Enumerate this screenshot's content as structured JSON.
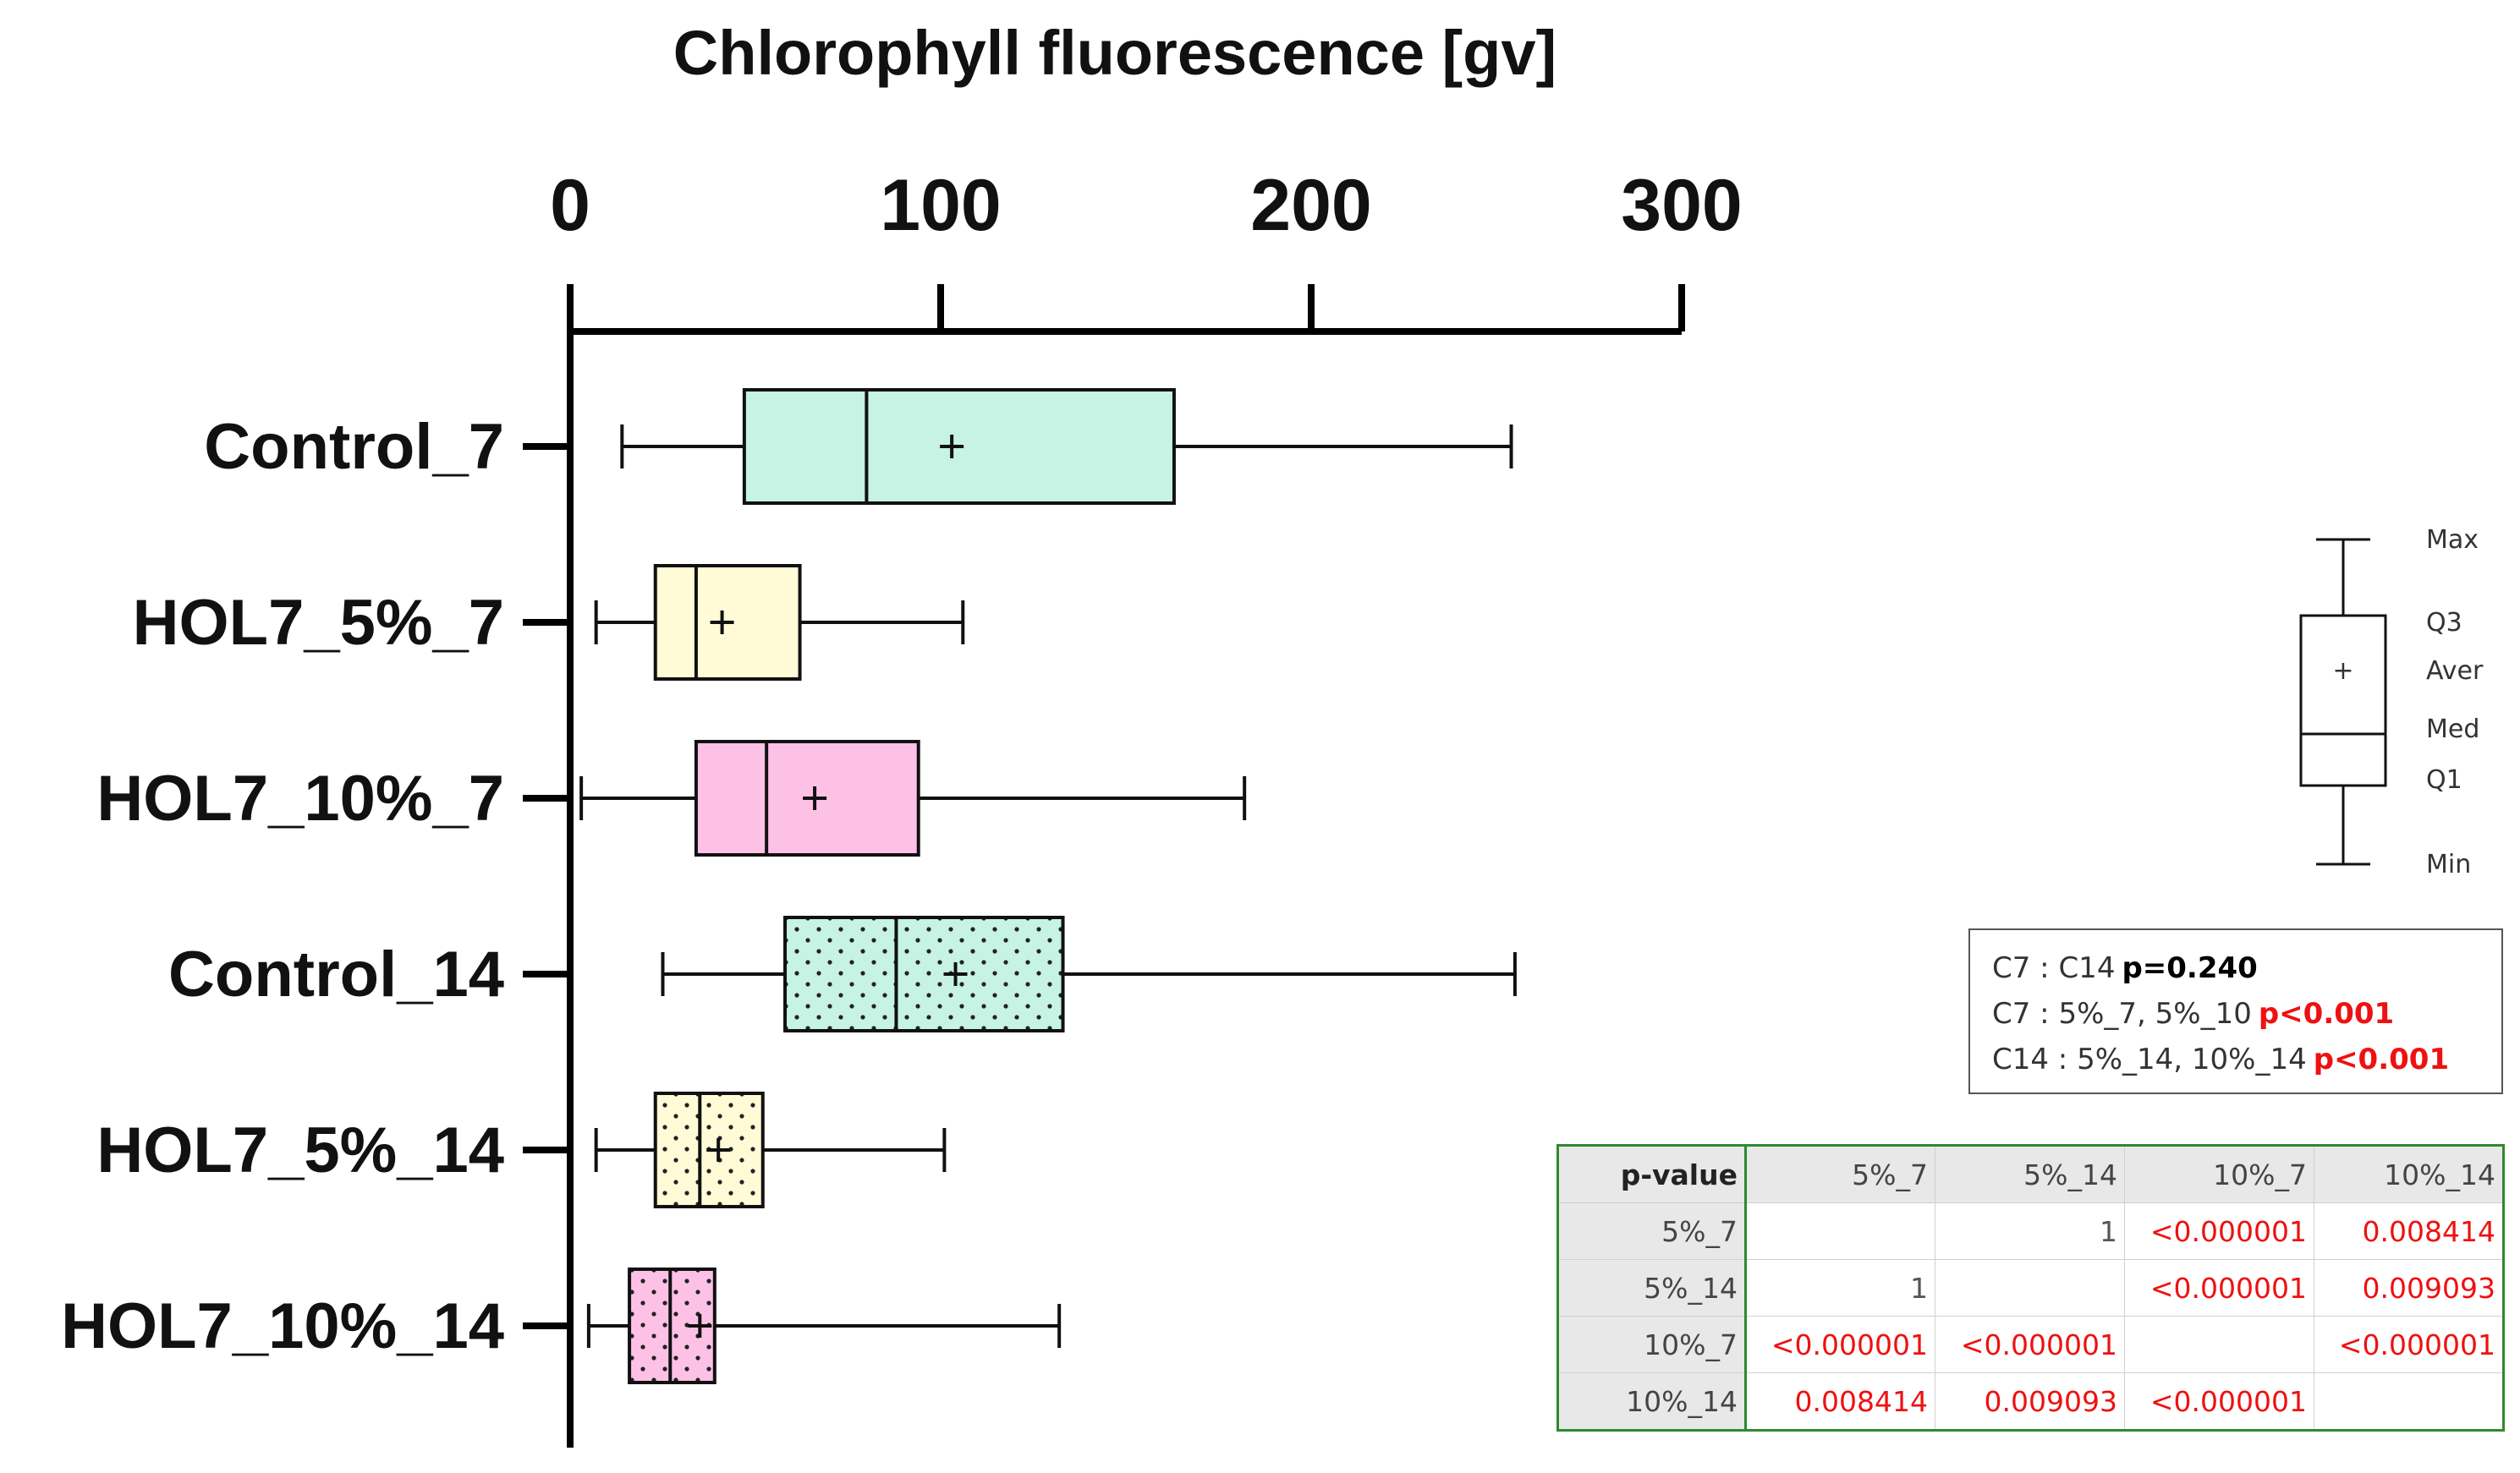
{
  "chart_data": {
    "type": "box",
    "title": "Chlorophyll fluorescence [gv]",
    "orientation": "horizontal",
    "xlim": [
      0,
      300
    ],
    "ticks": [
      "0",
      "100",
      "200",
      "300"
    ],
    "tick_values": [
      0,
      100,
      200,
      300
    ],
    "categories": [
      "Control_7",
      "HOL7_5%_7",
      "HOL7_10%_7",
      "Control_14",
      "HOL7_5%_14",
      "HOL7_10%_14"
    ],
    "boxes": [
      {
        "name": "Control_7",
        "min": 14,
        "q1": 47,
        "median": 80,
        "mean": 103,
        "q3": 163,
        "max": 254,
        "color": "#c6f3e3",
        "pattern": "none"
      },
      {
        "name": "HOL7_5%_7",
        "min": 7,
        "q1": 23,
        "median": 34,
        "mean": 41,
        "q3": 62,
        "max": 106,
        "color": "#fefbd6",
        "pattern": "none"
      },
      {
        "name": "HOL7_10%_7",
        "min": 3,
        "q1": 34,
        "median": 53,
        "mean": 66,
        "q3": 94,
        "max": 182,
        "color": "#fec1e6",
        "pattern": "none"
      },
      {
        "name": "Control_14",
        "min": 25,
        "q1": 58,
        "median": 88,
        "mean": 104,
        "q3": 133,
        "max": 255,
        "color": "#c6f3e3",
        "pattern": "dots"
      },
      {
        "name": "HOL7_5%_14",
        "min": 7,
        "q1": 23,
        "median": 35,
        "mean": 40,
        "q3": 52,
        "max": 101,
        "color": "#fefbd6",
        "pattern": "dots"
      },
      {
        "name": "HOL7_10%_14",
        "min": 5,
        "q1": 16,
        "median": 27,
        "mean": 35,
        "q3": 39,
        "max": 132,
        "color": "#fec1e6",
        "pattern": "dots"
      }
    ],
    "grid": false,
    "legend": {
      "position": "right",
      "labels": [
        "Max",
        "Q3",
        "Aver",
        "Med",
        "Q1",
        "Min"
      ],
      "mean_marker": "+"
    }
  },
  "significance": {
    "lines": [
      {
        "text": "C7 : C14",
        "pvalue": "p=0.240",
        "color": "#000000"
      },
      {
        "text": "C7 : 5%_7, 5%_10",
        "pvalue": "p<0.001",
        "color": "#ee1111"
      },
      {
        "text": "C14 : 5%_14, 10%_14",
        "pvalue": "p<0.001",
        "color": "#ee1111"
      }
    ]
  },
  "pvalue_table": {
    "corner": "p-value",
    "columns": [
      "5%_7",
      "5%_14",
      "10%_7",
      "10%_14"
    ],
    "rows": [
      {
        "label": "5%_7",
        "cells": [
          "",
          "1",
          "<0.000001",
          "0.008414"
        ]
      },
      {
        "label": "5%_14",
        "cells": [
          "1",
          "",
          "<0.000001",
          "0.009093"
        ]
      },
      {
        "label": "10%_7",
        "cells": [
          "<0.000001",
          "<0.000001",
          "",
          "<0.000001"
        ]
      },
      {
        "label": "10%_14",
        "cells": [
          "0.008414",
          "0.009093",
          "<0.000001",
          ""
        ]
      }
    ],
    "border_color": "#2d8a2d",
    "significant_color": "#ee1111"
  }
}
